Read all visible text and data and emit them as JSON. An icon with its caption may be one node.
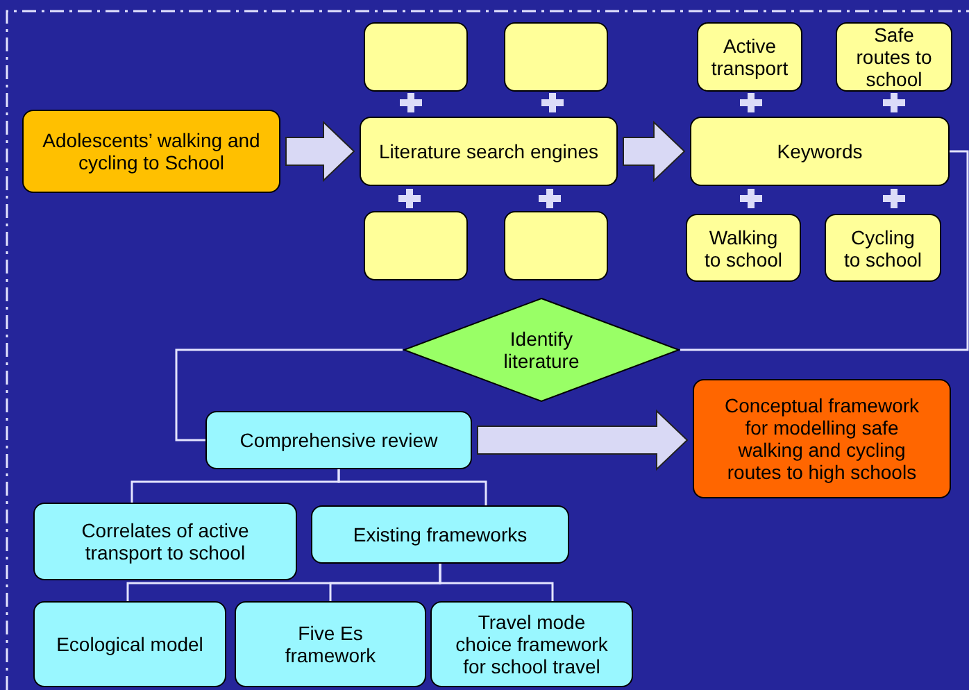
{
  "diagram": {
    "nodes": [
      {
        "text": [
          "Adolescents’ walking and cycling to School"
        ]
      },
      {
        "text": [],
        "shape": "box"
      },
      {
        "text": [],
        "shape": "box"
      },
      {
        "text": [
          "Literature search engines"
        ]
      },
      {
        "text": [],
        "shape": "box"
      },
      {
        "text": [],
        "shape": "box"
      },
      {
        "text": [
          "Active transport"
        ]
      },
      {
        "text": [
          "Safe routes to school"
        ]
      },
      {
        "text": [
          "Keywords"
        ]
      },
      {
        "text": [
          "Walking to school"
        ]
      },
      {
        "text": [
          "Cycling to school"
        ]
      },
      {
        "text": [
          "Identify literature"
        ]
      },
      {
        "text": [
          "Comprehensive review"
        ]
      },
      {
        "text": [
          "Conceptual framework for modelling safe walking and cycling routes to high schools"
        ]
      },
      {
        "text": [
          "Correlates of active transport to school"
        ]
      },
      {
        "text": [
          "Existing frameworks"
        ]
      },
      {
        "text": [
          "Ecological model"
        ]
      },
      {
        "text": [
          "Five Es framework"
        ]
      },
      {
        "text": [
          "Travel mode choice framework for school travel"
        ]
      }
    ],
    "edges": [
      {
        "from": 0,
        "to": 3,
        "arrow": "to",
        "style": "thick"
      },
      {
        "from": 3,
        "to": 8,
        "arrow": "to",
        "style": "thick"
      },
      {
        "from": 8,
        "to": 11,
        "arrow": "none"
      },
      {
        "from": 11,
        "to": 12,
        "arrow": "none"
      },
      {
        "from": 12,
        "to": 13,
        "arrow": "to",
        "style": "thick"
      },
      {
        "from": 12,
        "to": 14,
        "arrow": "none"
      },
      {
        "from": 12,
        "to": 15,
        "arrow": "none"
      },
      {
        "from": 15,
        "to": 16,
        "arrow": "none"
      },
      {
        "from": 15,
        "to": 17,
        "arrow": "none"
      },
      {
        "from": 15,
        "to": 18,
        "arrow": "none"
      }
    ]
  }
}
